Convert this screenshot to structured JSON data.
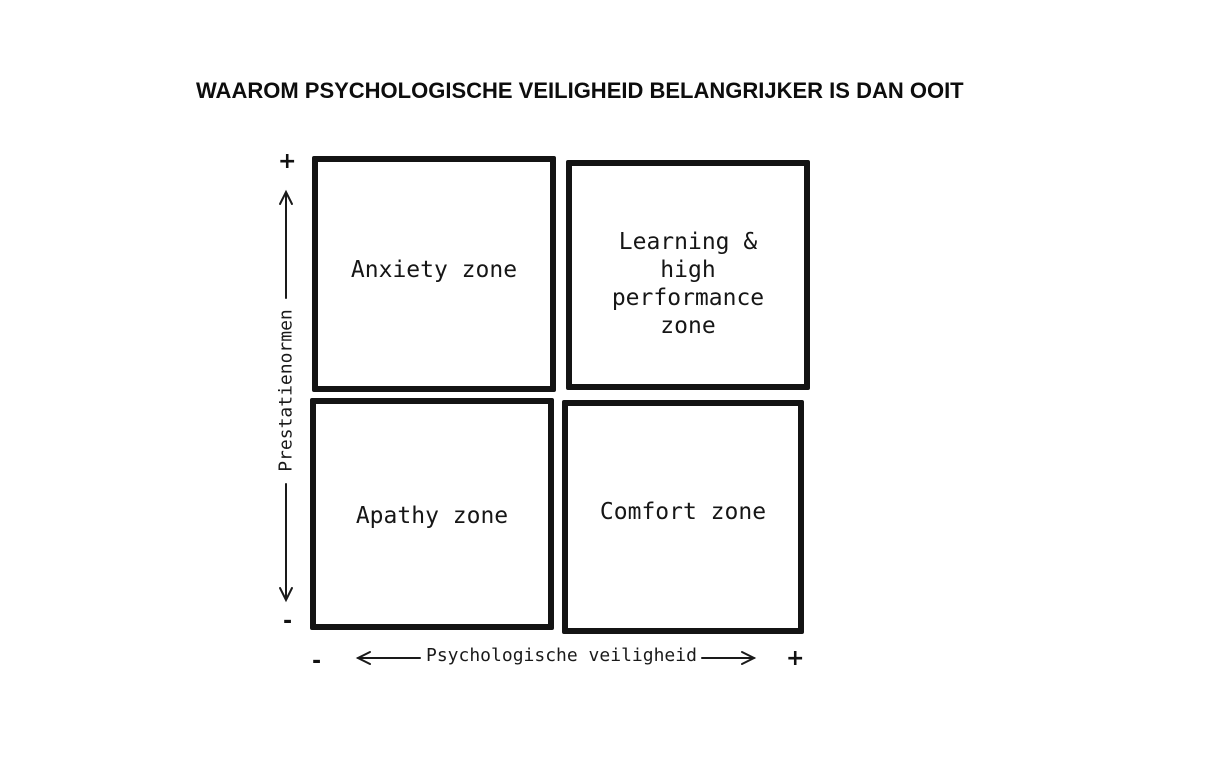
{
  "title": "WAAROM PSYCHOLOGISCHE VEILIGHEID BELANGRIJKER IS DAN OOIT",
  "quadrants": {
    "top_left": "Anxiety zone",
    "top_right": "Learning &\nhigh\nperformance\nzone",
    "bottom_left": "Apathy zone",
    "bottom_right": "Comfort zone"
  },
  "y_axis": {
    "label": "Prestatienormen",
    "top_sign": "+",
    "bottom_sign": "-"
  },
  "x_axis": {
    "label": "Psychologische veiligheid",
    "left_sign": "-",
    "right_sign": "+"
  },
  "colors": {
    "ink": "#141414",
    "background": "#ffffff"
  }
}
